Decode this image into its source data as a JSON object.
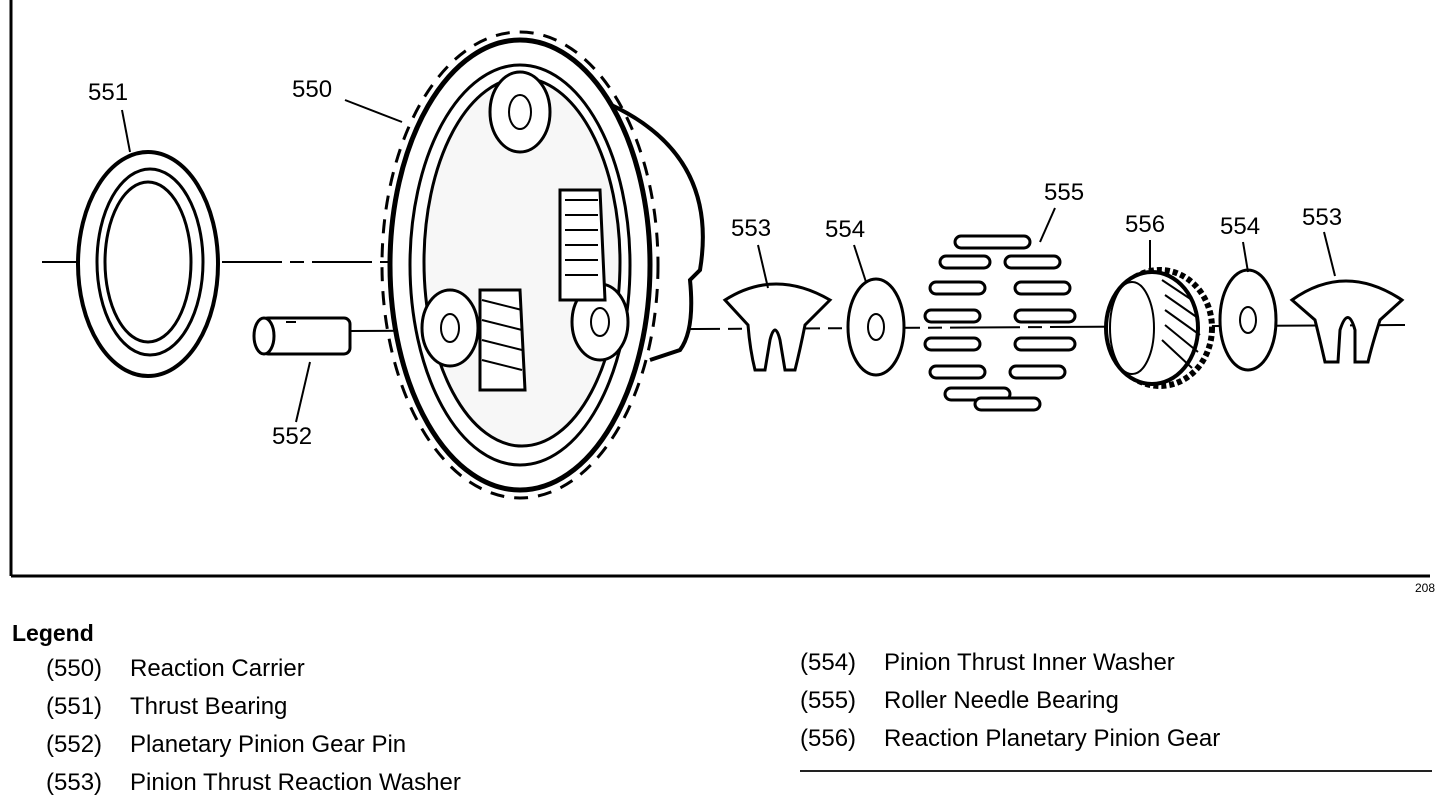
{
  "figure_id": "208",
  "callouts": {
    "c550": "550",
    "c551": "551",
    "c552": "552",
    "c553a": "553",
    "c553b": "553",
    "c554a": "554",
    "c554b": "554",
    "c555": "555",
    "c556": "556"
  },
  "legend": {
    "title": "Legend",
    "left_items": [
      {
        "code": "(550)",
        "name": "Reaction Carrier"
      },
      {
        "code": "(551)",
        "name": "Thrust Bearing"
      },
      {
        "code": "(552)",
        "name": "Planetary Pinion Gear Pin"
      },
      {
        "code": "(553)",
        "name": "Pinion Thrust Reaction Washer"
      }
    ],
    "right_items": [
      {
        "code": "(554)",
        "name": "Pinion Thrust Inner Washer"
      },
      {
        "code": "(555)",
        "name": "Roller Needle Bearing"
      },
      {
        "code": "(556)",
        "name": "Reaction Planetary Pinion Gear"
      }
    ]
  },
  "colors": {
    "ink": "#000000",
    "paper": "#ffffff"
  }
}
